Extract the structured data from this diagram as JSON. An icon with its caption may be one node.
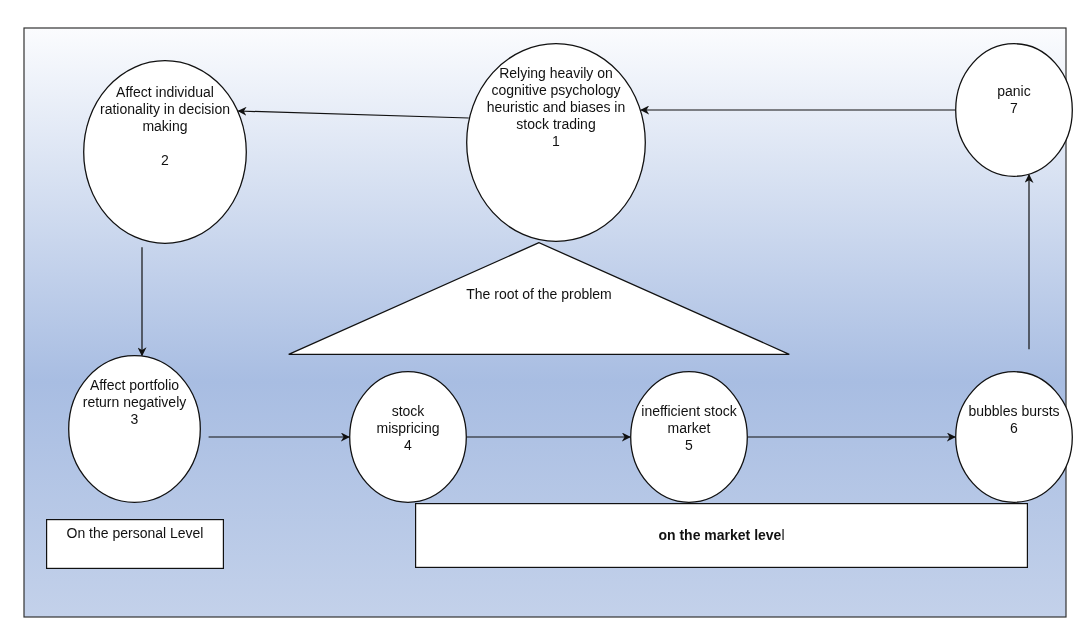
{
  "diagram": {
    "nodes": [
      {
        "text": [
          "Relying  heavily on cognitive psychology heuristic and biases in stock trading",
          "1"
        ]
      },
      {
        "text": [
          "Affect individual rationality in decision making",
          "2"
        ]
      },
      {
        "text": [
          "panic",
          "7"
        ]
      },
      {
        "text": [
          "The root of the problem"
        ]
      },
      {
        "text": [
          "Affect portfolio return negatively",
          "3"
        ]
      },
      {
        "text": [
          "stock mispricing",
          "4"
        ]
      },
      {
        "text": [
          "inefficient stock market",
          "5"
        ]
      },
      {
        "text": [
          "bubbles bursts",
          "6"
        ]
      },
      {
        "text": [
          "On the personal Level"
        ]
      },
      {
        "text": [
          "**on the market leve**l"
        ]
      }
    ],
    "edges": [
      {
        "from": 0,
        "to": 1,
        "arrow": "to"
      },
      {
        "from": 2,
        "to": 0,
        "arrow": "to"
      },
      {
        "from": 1,
        "to": 4,
        "arrow": "to"
      },
      {
        "from": 4,
        "to": 5,
        "arrow": "to"
      },
      {
        "from": 5,
        "to": 6,
        "arrow": "to"
      },
      {
        "from": 6,
        "to": 7,
        "arrow": "to"
      },
      {
        "from": 7,
        "to": 2,
        "arrow": "to"
      }
    ]
  }
}
